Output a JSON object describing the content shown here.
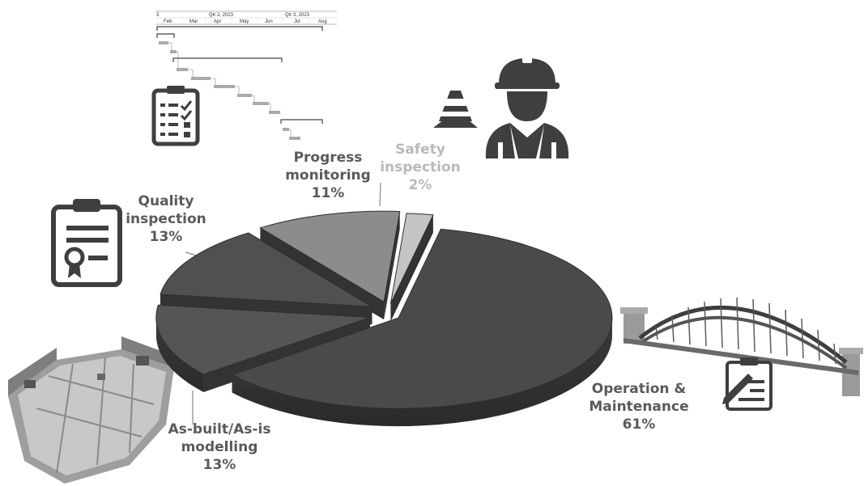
{
  "chart_data": {
    "type": "pie",
    "style": "3d-exploded",
    "slices": [
      {
        "label": "Operation & Maintenance",
        "value": 61,
        "display": "61%",
        "color": "#4a4a4a"
      },
      {
        "label": "As-built/As-is modelling",
        "value": 13,
        "display": "13%",
        "color": "#555555"
      },
      {
        "label": "Quality inspection",
        "value": 13,
        "display": "13%",
        "color": "#505050"
      },
      {
        "label": "Progress monitoring",
        "value": 11,
        "display": "11%",
        "color": "#8c8c8c"
      },
      {
        "label": "Safety inspection",
        "value": 2,
        "display": "2%",
        "color": "#c4c4c4"
      }
    ]
  },
  "labels": {
    "safety": {
      "l1": "Safety",
      "l2": "inspection",
      "pct": "2%"
    },
    "progress": {
      "l1": "Progress",
      "l2": "monitoring",
      "pct": "11%"
    },
    "quality": {
      "l1": "Quality",
      "l2": "inspection",
      "pct": "13%"
    },
    "asbuilt": {
      "l1": "As-built/As-is",
      "l2": "modelling",
      "pct": "13%"
    },
    "om": {
      "l1": "Operation &",
      "l2": "Maintenance",
      "pct": "61%"
    }
  },
  "gantt": {
    "quarters": [
      "Qtr 2, 2023",
      "Qtr 3, 2023"
    ],
    "months": [
      "Feb",
      "Mar",
      "Apr",
      "May",
      "Jun",
      "Jul",
      "Aug"
    ]
  },
  "icons": [
    "gantt-chart-image",
    "checklist-icon",
    "safety-cone-icon",
    "construction-worker-icon",
    "certificate-clipboard-icon",
    "point-cloud-building-image",
    "arch-bridge-image",
    "clipboard-edit-icon"
  ],
  "colors": {
    "label_dark": "#5a5a5a",
    "label_light": "#b9b9b9",
    "icon": "#3f3f3f"
  }
}
